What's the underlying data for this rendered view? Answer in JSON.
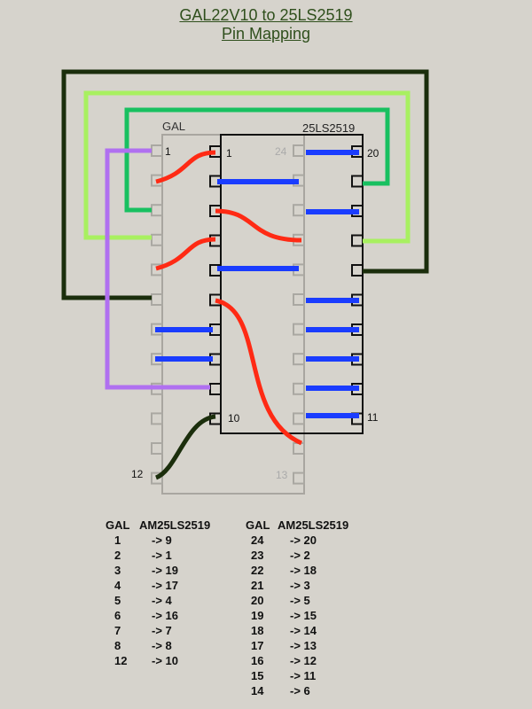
{
  "title": {
    "line1": "GAL22V10 to 25LS2519",
    "line2": "Pin Mapping"
  },
  "chips": {
    "gal_label": "GAL",
    "ls_label": "25LS2519"
  },
  "pin_labels": {
    "gal_1": "1",
    "gal_12": "12",
    "gal_13": "13",
    "gal_24": "24",
    "ls_1": "1",
    "ls_10": "10",
    "ls_11": "11",
    "ls_20": "20"
  },
  "colors": {
    "background": "#d6d3cc",
    "red": "#ff2a14",
    "blue": "#1a3cff",
    "dark_green": "#1b2e0c",
    "light_green": "#a8f060",
    "green": "#18c060",
    "purple": "#b070f0",
    "title": "#2f4f1c"
  },
  "mapping_left": {
    "header": [
      "GAL",
      "AM25LS2519"
    ],
    "rows": [
      [
        "1",
        "-> 9"
      ],
      [
        "2",
        "-> 1"
      ],
      [
        "3",
        "-> 19"
      ],
      [
        "4",
        "-> 17"
      ],
      [
        "5",
        "-> 4"
      ],
      [
        "6",
        "-> 16"
      ],
      [
        "7",
        "-> 7"
      ],
      [
        "8",
        "-> 8"
      ],
      [
        "12",
        "-> 10"
      ]
    ]
  },
  "mapping_right": {
    "header": [
      "GAL",
      "AM25LS2519"
    ],
    "rows": [
      [
        "24",
        "-> 20"
      ],
      [
        "23",
        "-> 2"
      ],
      [
        "22",
        "-> 18"
      ],
      [
        "21",
        "-> 3"
      ],
      [
        "20",
        "-> 5"
      ],
      [
        "19",
        "-> 15"
      ],
      [
        "18",
        "-> 14"
      ],
      [
        "17",
        "-> 13"
      ],
      [
        "16",
        "-> 12"
      ],
      [
        "15",
        "-> 11"
      ],
      [
        "14",
        "-> 6"
      ]
    ]
  }
}
